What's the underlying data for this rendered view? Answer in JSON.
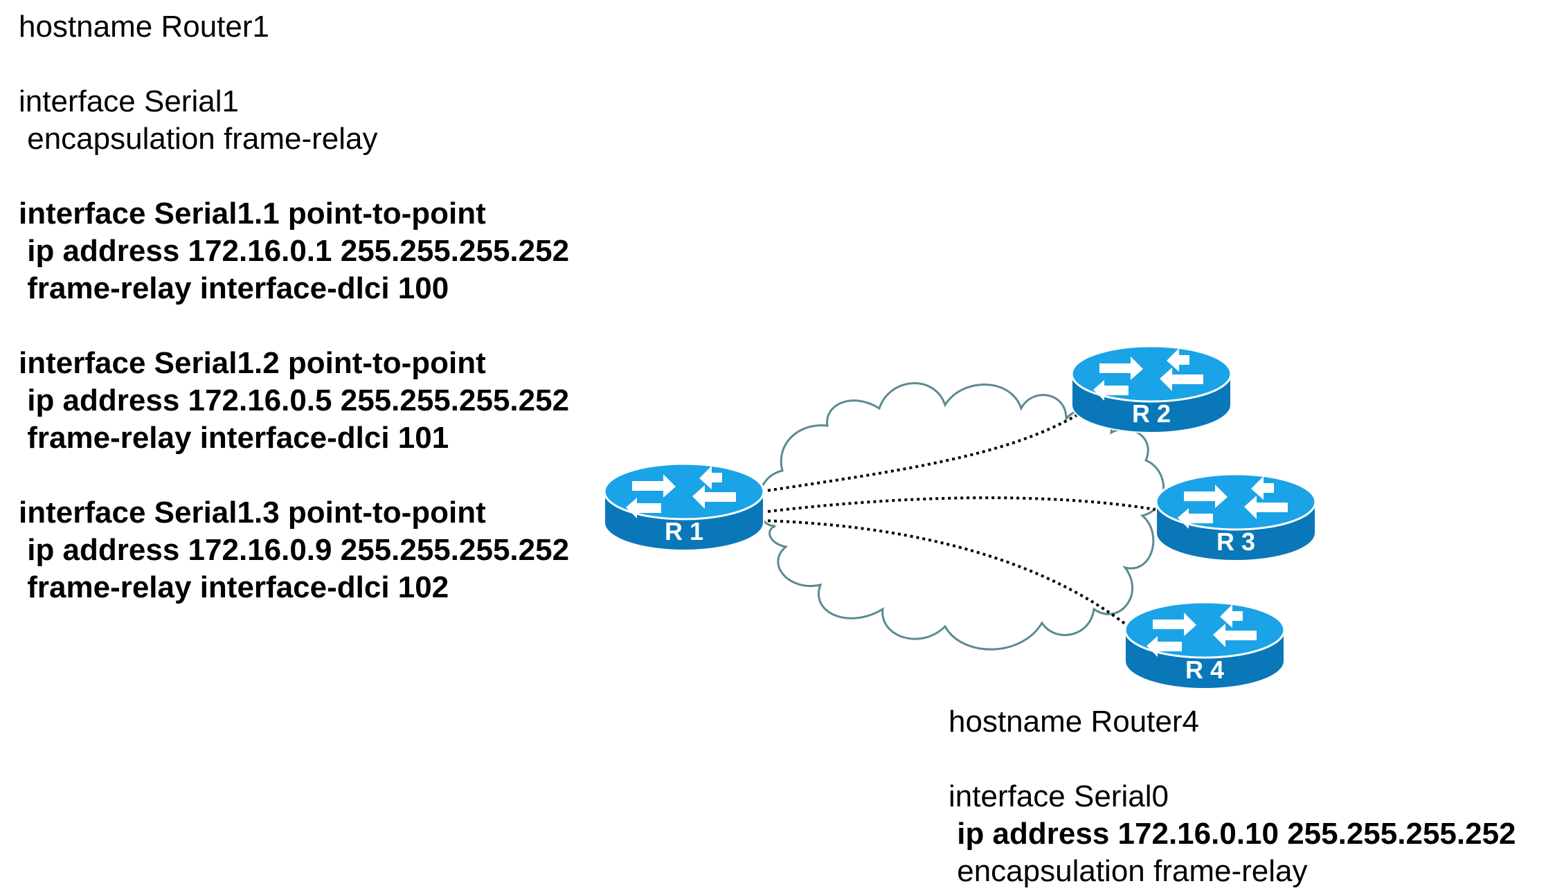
{
  "router1_config": {
    "lines": [
      {
        "text": "hostname Router1",
        "bold": false
      },
      {
        "text": "",
        "bold": false
      },
      {
        "text": "interface Serial1",
        "bold": false
      },
      {
        "text": " encapsulation frame-relay",
        "bold": false
      },
      {
        "text": "",
        "bold": false
      },
      {
        "text": "interface Serial1.1 point-to-point",
        "bold": true
      },
      {
        "text": " ip address 172.16.0.1 255.255.255.252",
        "bold": true
      },
      {
        "text": " frame-relay interface-dlci 100",
        "bold": true
      },
      {
        "text": "",
        "bold": false
      },
      {
        "text": "interface Serial1.2 point-to-point",
        "bold": true
      },
      {
        "text": " ip address 172.16.0.5 255.255.255.252",
        "bold": true
      },
      {
        "text": " frame-relay interface-dlci 101",
        "bold": true
      },
      {
        "text": "",
        "bold": false
      },
      {
        "text": "interface Serial1.3 point-to-point",
        "bold": true
      },
      {
        "text": " ip address 172.16.0.9 255.255.255.252",
        "bold": true
      },
      {
        "text": " frame-relay interface-dlci 102",
        "bold": true
      }
    ]
  },
  "router4_config": {
    "lines": [
      {
        "text": "hostname Router4",
        "bold": false
      },
      {
        "text": "",
        "bold": false
      },
      {
        "text": "interface Serial0",
        "bold": false
      },
      {
        "text": " ip address 172.16.0.10 255.255.255.252",
        "bold": true
      },
      {
        "text": " encapsulation frame-relay",
        "bold": false
      }
    ]
  },
  "routers": {
    "r1": {
      "label": "R 1"
    },
    "r2": {
      "label": "R 2"
    },
    "r3": {
      "label": "R 3"
    },
    "r4": {
      "label": "R 4"
    }
  },
  "colors": {
    "router_top": "#1aa3e6",
    "router_side": "#0a78b8",
    "router_edge": "#ffffff",
    "cloud_stroke": "#5b8a91",
    "link": "#000000"
  }
}
